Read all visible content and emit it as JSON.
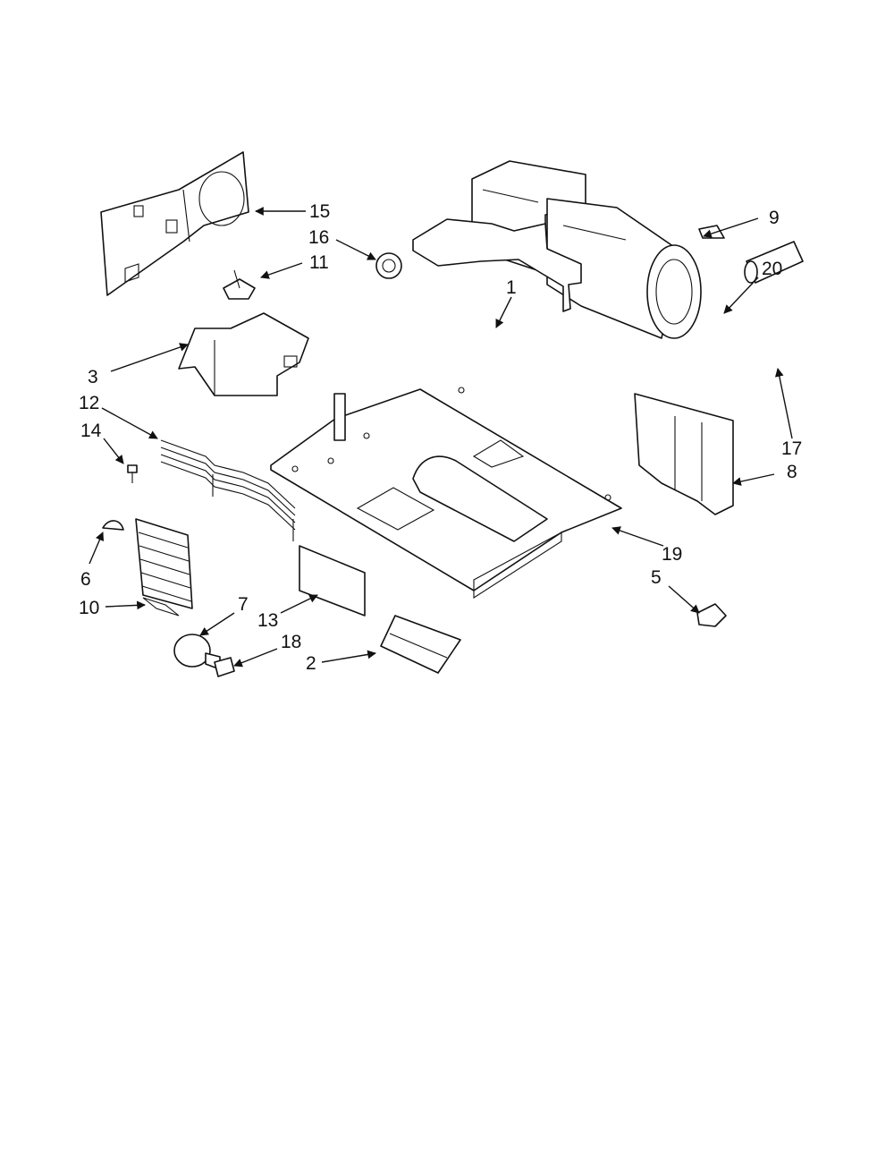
{
  "callouts": [
    {
      "id": "1",
      "label": "1"
    },
    {
      "id": "2",
      "label": "2"
    },
    {
      "id": "3",
      "label": "3"
    },
    {
      "id": "5",
      "label": "5"
    },
    {
      "id": "6",
      "label": "6"
    },
    {
      "id": "7",
      "label": "7"
    },
    {
      "id": "8",
      "label": "8"
    },
    {
      "id": "9",
      "label": "9"
    },
    {
      "id": "10",
      "label": "10"
    },
    {
      "id": "11",
      "label": "11"
    },
    {
      "id": "12",
      "label": "12"
    },
    {
      "id": "13",
      "label": "13"
    },
    {
      "id": "14",
      "label": "14"
    },
    {
      "id": "15",
      "label": "15"
    },
    {
      "id": "16",
      "label": "16"
    },
    {
      "id": "17",
      "label": "17"
    },
    {
      "id": "18",
      "label": "18"
    },
    {
      "id": "19",
      "label": "19"
    },
    {
      "id": "20",
      "label": "20"
    }
  ],
  "colors": {
    "line": "#111111",
    "background": "#ffffff"
  }
}
